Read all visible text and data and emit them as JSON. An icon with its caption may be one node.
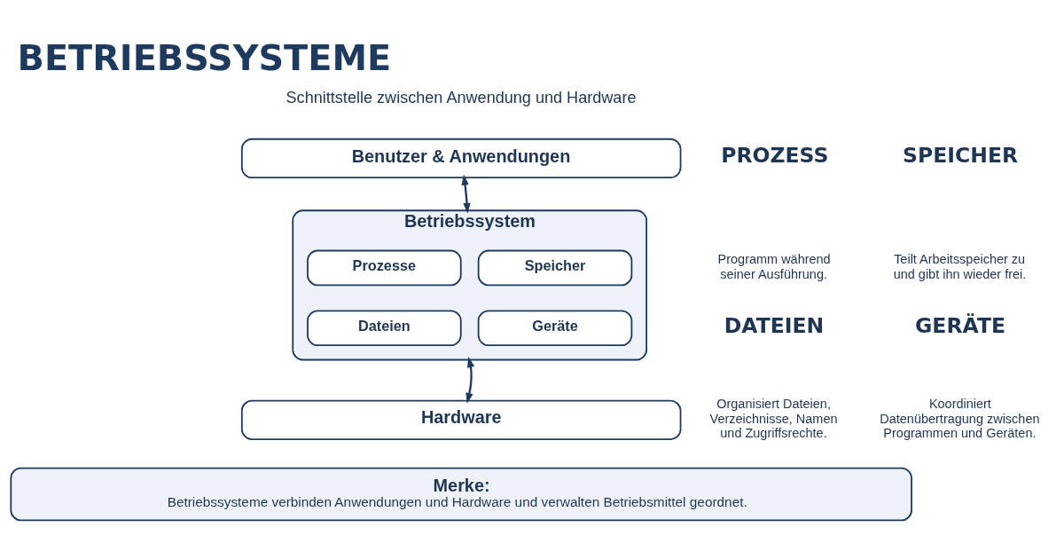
{
  "diagram": {
    "title": "BETRIEBSSYSTEME",
    "nodes": [
      {
        "text": [
          "Benutzer & Anwendungen"
        ]
      },
      {
        "text": [
          "Betriebssystem"
        ]
      },
      {
        "text": [
          "Prozesse"
        ],
        "in": 1
      },
      {
        "text": [
          "Speicher"
        ],
        "in": 1
      },
      {
        "text": [
          "Dateien"
        ],
        "in": 1
      },
      {
        "text": [
          "Geräte"
        ],
        "in": 1
      },
      {
        "text": [
          "Hardware"
        ]
      },
      {
        "text": [
          "Merke:",
          "Betriebssysteme verbinden Anwendungen und Hardware und verwalten Betriebsmittel geordnet."
        ]
      }
    ],
    "edges": [
      {
        "from": 0,
        "to": 1,
        "arrow": "both"
      },
      {
        "from": 1,
        "to": 6,
        "arrow": "both"
      }
    ],
    "labels": [
      "Schnittstelle zwischen Anwendung und Hardware",
      "PROZESS",
      "Programm während seiner Ausführung.",
      "SPEICHER",
      "Teilt Arbeitsspeicher zu und gibt ihn wieder frei.",
      "DATEIEN",
      "Organisiert Dateien, Verzeichnisse, Namen und Zugriffsrechte.",
      "GERÄTE",
      "Koordiniert Datenübertragung zwischen Programmen und Geräten."
    ]
  }
}
